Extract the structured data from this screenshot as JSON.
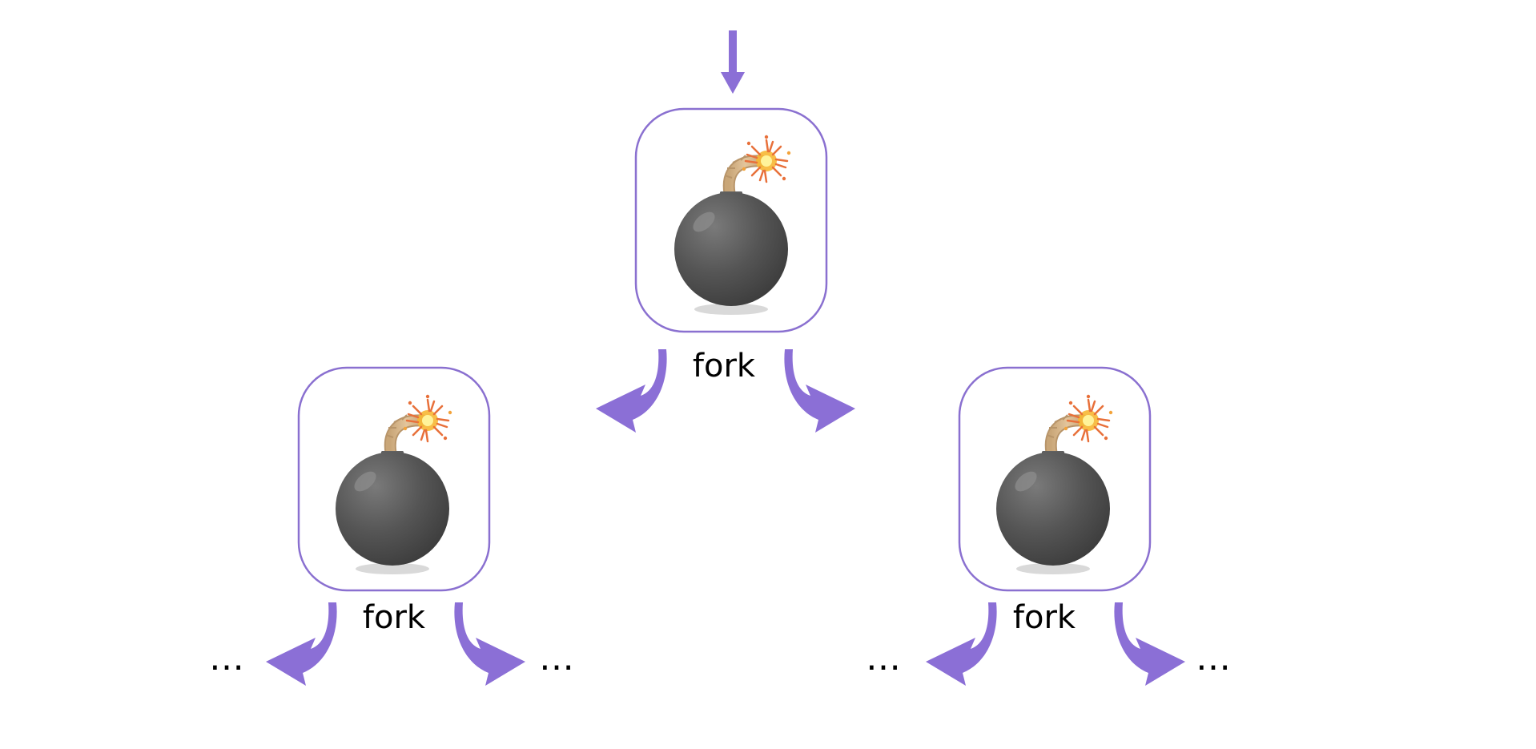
{
  "diagram": {
    "fork_label": "fork",
    "ellipsis": "…",
    "nodes": [
      {
        "id": "root",
        "label": "fork"
      },
      {
        "id": "left-child",
        "label": "fork"
      },
      {
        "id": "right-child",
        "label": "fork"
      }
    ],
    "leaves": [
      "…",
      "…",
      "…",
      "…"
    ]
  },
  "colors": {
    "accent": "#8b6fd6",
    "node_border": "#8a70d0",
    "bomb_body": "#575757",
    "fuse": "#d9b88f",
    "spark": "#f5b531",
    "spark_core": "#fff39a"
  },
  "icons": {
    "node_icon": "bomb-icon",
    "edge_icon": "curved-arrow-icon",
    "entry_icon": "down-arrow-icon"
  }
}
